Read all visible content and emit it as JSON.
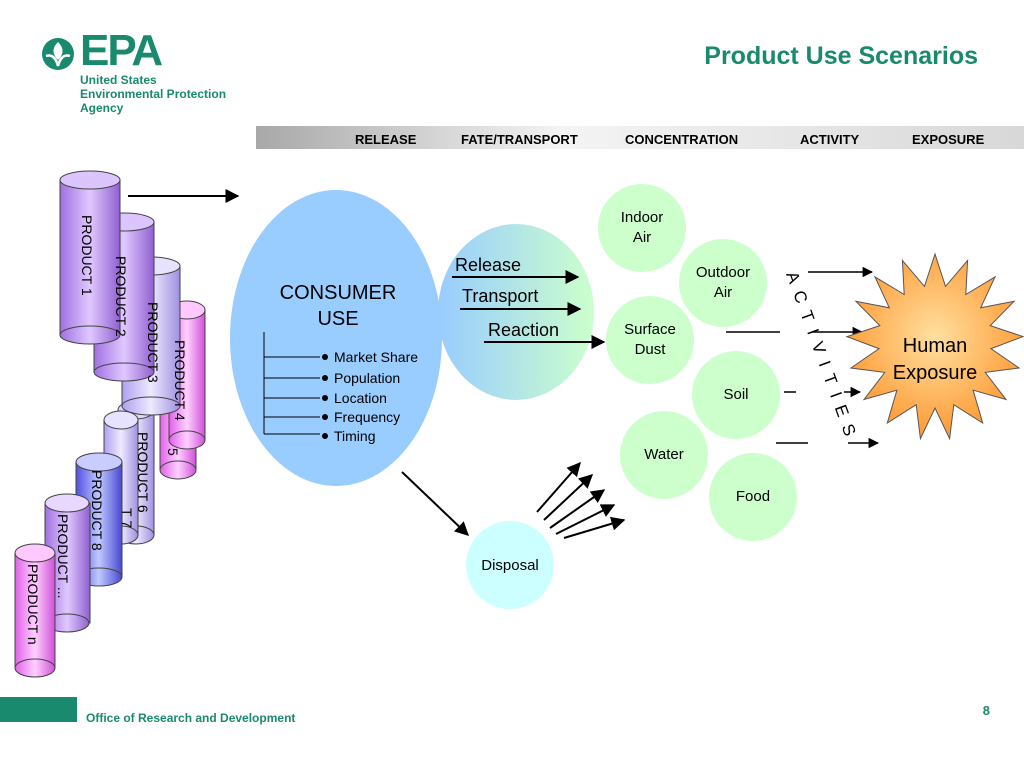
{
  "header": {
    "logo_text": "EPA",
    "agency_lines": [
      "United States",
      "Environmental Protection",
      "Agency"
    ],
    "title": "Product Use Scenarios"
  },
  "stages": [
    "RELEASE",
    "FATE/TRANSPORT",
    "CONCENTRATION",
    "ACTIVITY",
    "EXPOSURE"
  ],
  "products": [
    "PRODUCT 1",
    "PRODUCT 2",
    "PRODUCT 3",
    "PRODUCT 4",
    "5",
    "PRODUCT 6",
    "T 7",
    "PRODUCT 8",
    "PRODUCT ...",
    "PRODUCT n"
  ],
  "consumer_use": {
    "title_line1": "CONSUMER",
    "title_line2": "USE",
    "attributes": [
      "Market Share",
      "Population",
      "Location",
      "Frequency",
      "Timing"
    ]
  },
  "processes": [
    "Release",
    "Transport",
    "Reaction"
  ],
  "media": [
    {
      "line1": "Indoor",
      "line2": "Air"
    },
    {
      "line1": "Outdoor",
      "line2": "Air"
    },
    {
      "line1": "Surface",
      "line2": "Dust"
    },
    {
      "line1": "Soil",
      "line2": ""
    },
    {
      "line1": "Water",
      "line2": ""
    },
    {
      "line1": "Food",
      "line2": ""
    }
  ],
  "disposal": "Disposal",
  "activities": "ACTIVITIES",
  "human_exposure": {
    "line1": "Human",
    "line2": "Exposure"
  },
  "footer": {
    "text": "Office of Research and Development",
    "page": "8"
  },
  "colors": {
    "brand": "#1a8a6e",
    "consumer": "#99ccff",
    "media": "#ccffcc",
    "disposal": "#ccffff",
    "star": "#ff9933"
  }
}
